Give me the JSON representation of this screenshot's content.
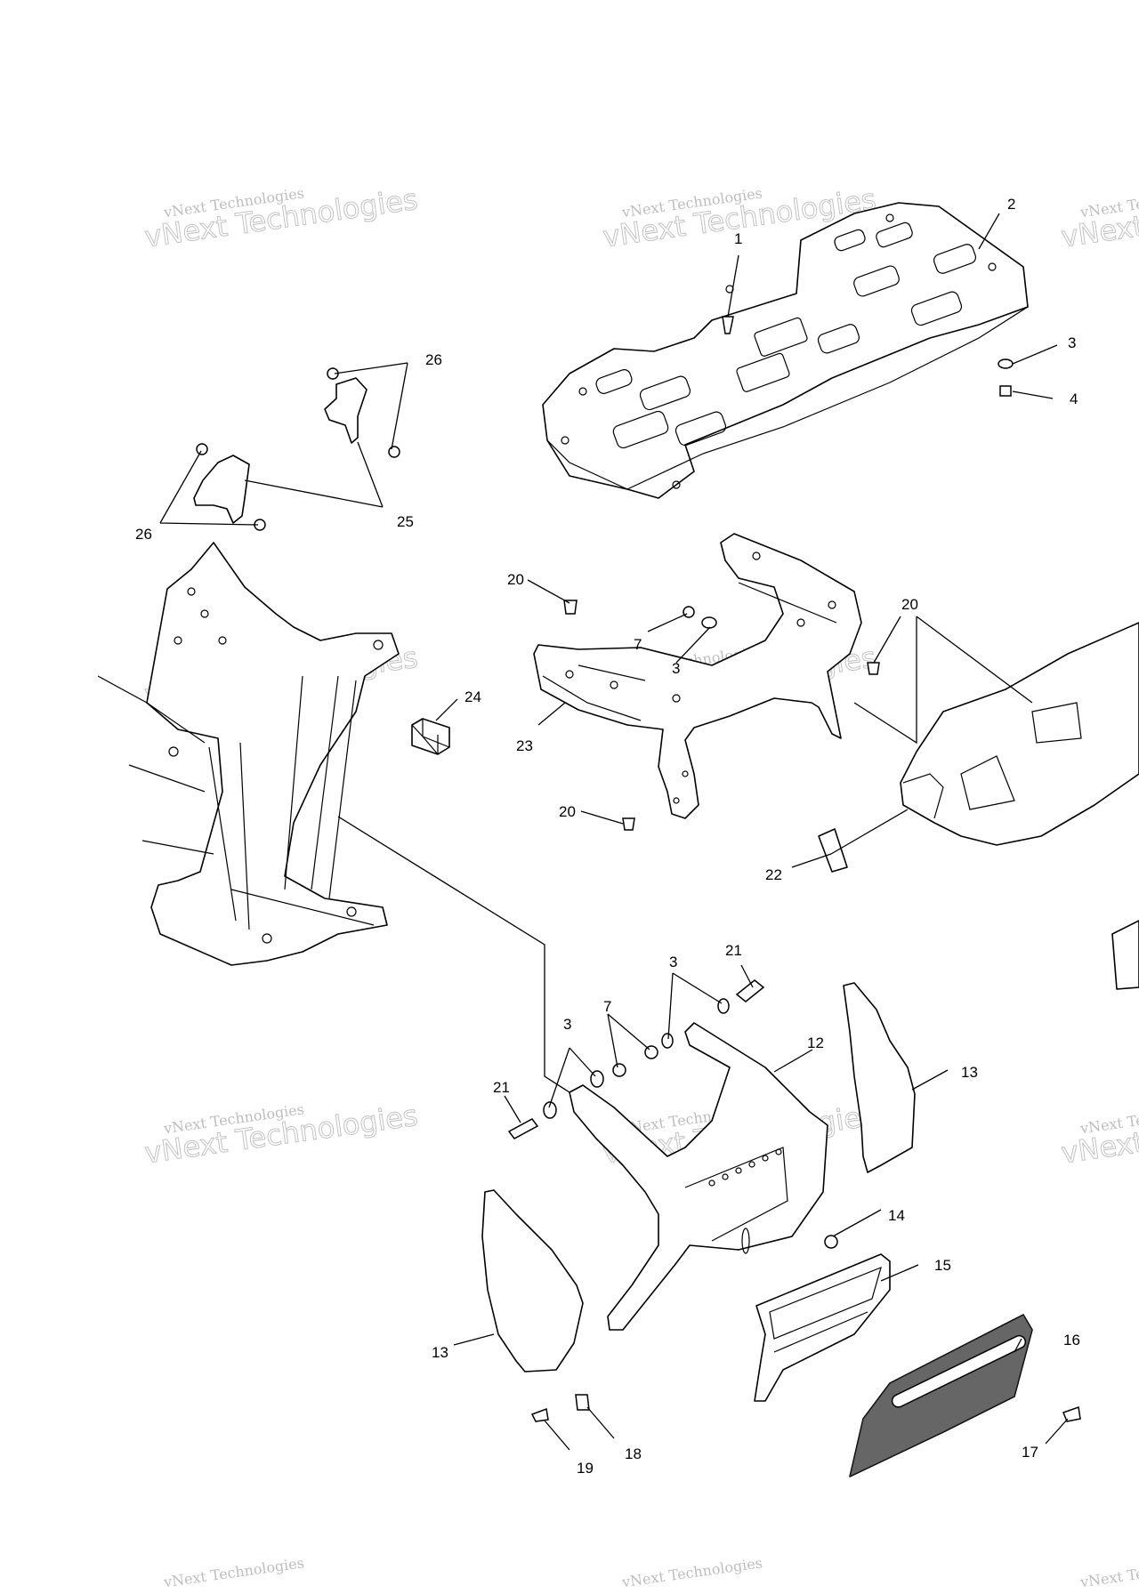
{
  "watermark": {
    "text": "vNext Technologies"
  },
  "callouts": [
    {
      "id": "c1",
      "label": "1"
    },
    {
      "id": "c2",
      "label": "2"
    },
    {
      "id": "c3a",
      "label": "3"
    },
    {
      "id": "c4",
      "label": "4"
    },
    {
      "id": "c26a",
      "label": "26"
    },
    {
      "id": "c26b",
      "label": "26"
    },
    {
      "id": "c25",
      "label": "25"
    },
    {
      "id": "c20a",
      "label": "20"
    },
    {
      "id": "c7a",
      "label": "7"
    },
    {
      "id": "c3b",
      "label": "3"
    },
    {
      "id": "c20b",
      "label": "20"
    },
    {
      "id": "c24",
      "label": "24"
    },
    {
      "id": "c23",
      "label": "23"
    },
    {
      "id": "c20c",
      "label": "20"
    },
    {
      "id": "c22",
      "label": "22"
    },
    {
      "id": "c3c",
      "label": "3"
    },
    {
      "id": "c21a",
      "label": "21"
    },
    {
      "id": "c7b",
      "label": "7"
    },
    {
      "id": "c3d",
      "label": "3"
    },
    {
      "id": "c12",
      "label": "12"
    },
    {
      "id": "c13a",
      "label": "13"
    },
    {
      "id": "c21b",
      "label": "21"
    },
    {
      "id": "c14",
      "label": "14"
    },
    {
      "id": "c15",
      "label": "15"
    },
    {
      "id": "c13b",
      "label": "13"
    },
    {
      "id": "c16",
      "label": "16"
    },
    {
      "id": "c17",
      "label": "17"
    },
    {
      "id": "c18",
      "label": "18"
    },
    {
      "id": "c19",
      "label": "19"
    }
  ]
}
